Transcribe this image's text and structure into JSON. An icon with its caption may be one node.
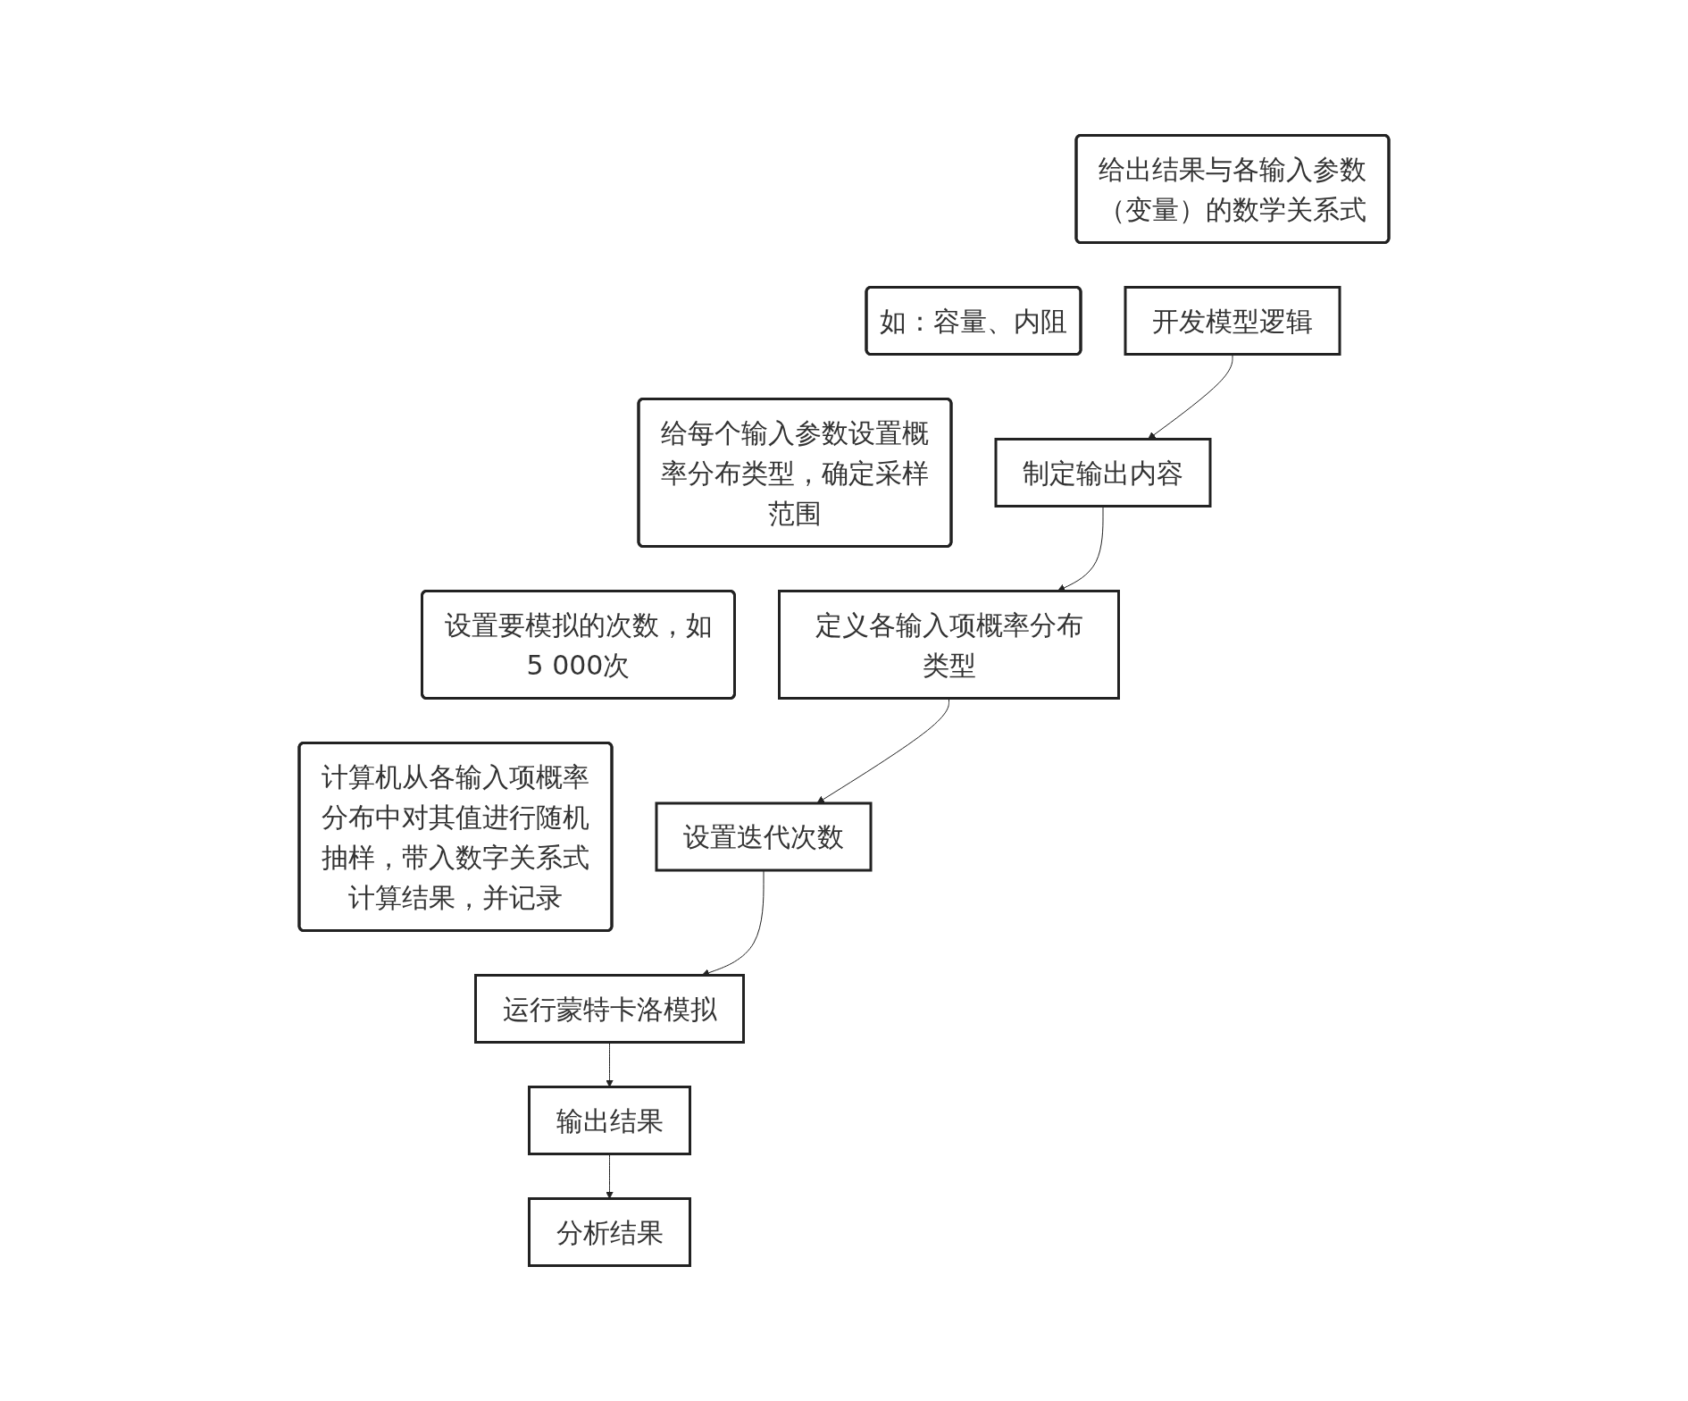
{
  "diagram": {
    "nodes": [
      {
        "text": [
          "给出结果与各输入参数（变量）的数学关系式"
        ]
      },
      {
        "text": [
          "如：容量、内阻"
        ]
      },
      {
        "text": [
          "开发模型逻辑"
        ]
      },
      {
        "text": [
          "制定输出内容"
        ]
      },
      {
        "text": [
          "计算机从各输入项概率分布中对其值进行随机抽样，带入数字关系式计算结果，并记录"
        ]
      },
      {
        "text": [
          "设置要模拟的次数，如5 000次"
        ]
      },
      {
        "text": [
          "给每个输入参数设置概率分布类型，确定采样范围"
        ]
      },
      {
        "text": [
          "运行蒙特卡洛模拟"
        ]
      },
      {
        "text": [
          "设置迭代次数"
        ]
      },
      {
        "text": [
          "定义各输入项概率分布类型"
        ]
      },
      {
        "text": [
          "输出结果"
        ]
      },
      {
        "text": [
          "分析结果"
        ]
      }
    ],
    "edges": [
      {
        "from": 2,
        "to": 3,
        "arrow": "to"
      },
      {
        "from": 3,
        "to": 9,
        "arrow": "to"
      },
      {
        "from": 9,
        "to": 8,
        "arrow": "to"
      },
      {
        "from": 8,
        "to": 7,
        "arrow": "to"
      },
      {
        "from": 7,
        "to": 10,
        "arrow": "to"
      },
      {
        "from": 10,
        "to": 11,
        "arrow": "to"
      }
    ]
  }
}
